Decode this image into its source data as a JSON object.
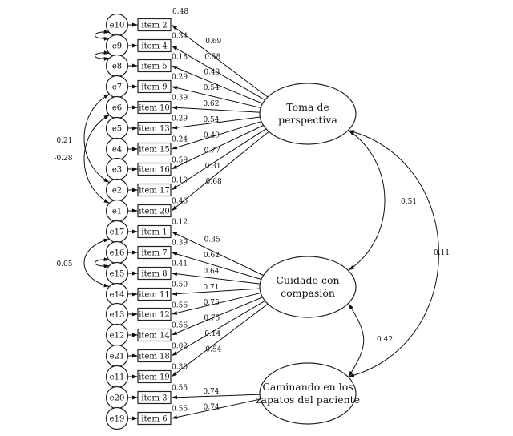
{
  "diagram": {
    "type": "structural-equation-model",
    "latents": [
      {
        "id": "toma",
        "lines": [
          "Toma de",
          "perspectiva"
        ]
      },
      {
        "id": "cuidado",
        "lines": [
          "Cuidado con",
          "compasión"
        ]
      },
      {
        "id": "caminando",
        "lines": [
          "Caminando en los",
          "zapatos del paciente"
        ]
      }
    ],
    "indicators": [
      {
        "error": "e10",
        "item": "item 2",
        "factor": "toma",
        "loading": "0.69",
        "r2": "0.48"
      },
      {
        "error": "e9",
        "item": "item 4",
        "factor": "toma",
        "loading": "0.58",
        "r2": "0.34"
      },
      {
        "error": "e8",
        "item": "item 5",
        "factor": "toma",
        "loading": "0.43",
        "r2": "0.18"
      },
      {
        "error": "e7",
        "item": "item 9",
        "factor": "toma",
        "loading": "0.54",
        "r2": "0.29"
      },
      {
        "error": "e6",
        "item": "item 10",
        "factor": "toma",
        "loading": "0.62",
        "r2": "0.39"
      },
      {
        "error": "e5",
        "item": "item 13",
        "factor": "toma",
        "loading": "0.54",
        "r2": "0.29"
      },
      {
        "error": "e4",
        "item": "item 15",
        "factor": "toma",
        "loading": "0.49",
        "r2": "0.24"
      },
      {
        "error": "e3",
        "item": "item 16",
        "factor": "toma",
        "loading": "0.77",
        "r2": "0.59"
      },
      {
        "error": "e2",
        "item": "item 17",
        "factor": "toma",
        "loading": "0.31",
        "r2": "0.10"
      },
      {
        "error": "e1",
        "item": "item 20",
        "factor": "toma",
        "loading": "0.68",
        "r2": "0.46"
      },
      {
        "error": "e17",
        "item": "item 1",
        "factor": "cuidado",
        "loading": "0.35",
        "r2": "0.12"
      },
      {
        "error": "e16",
        "item": "item 7",
        "factor": "cuidado",
        "loading": "0.62",
        "r2": "0.39"
      },
      {
        "error": "e15",
        "item": "item 8",
        "factor": "cuidado",
        "loading": "0.64",
        "r2": "0.41"
      },
      {
        "error": "e14",
        "item": "item 11",
        "factor": "cuidado",
        "loading": "0.71",
        "r2": "0.50"
      },
      {
        "error": "e13",
        "item": "item 12",
        "factor": "cuidado",
        "loading": "0.75",
        "r2": "0.56"
      },
      {
        "error": "e12",
        "item": "item 14",
        "factor": "cuidado",
        "loading": "0.75",
        "r2": "0.56"
      },
      {
        "error": "e21",
        "item": "item 18",
        "factor": "cuidado",
        "loading": "0.14",
        "r2": "0.02"
      },
      {
        "error": "e11",
        "item": "item 19",
        "factor": "cuidado",
        "loading": "0.54",
        "r2": "0.30"
      },
      {
        "error": "e20",
        "item": "item 3",
        "factor": "caminando",
        "loading": "0.74",
        "r2": "0.55"
      },
      {
        "error": "e19",
        "item": "item 6",
        "factor": "caminando",
        "loading": "0.74",
        "r2": "0.55"
      }
    ],
    "extra_r2_labels": [
      "0.12",
      "0.55",
      "0.55"
    ],
    "error_covariances": [
      {
        "from": "e10",
        "to": "e9",
        "label": ""
      },
      {
        "from": "e9",
        "to": "e8",
        "label": ""
      },
      {
        "from": "e7",
        "to": "e2",
        "label": "0.21"
      },
      {
        "from": "e6",
        "to": "e1",
        "label": "-0.28"
      },
      {
        "from": "e17",
        "to": "e14",
        "label": "-0.05"
      },
      {
        "from": "e16",
        "to": "e15",
        "label": ""
      }
    ],
    "factor_covariances": [
      {
        "from": "toma",
        "to": "cuidado",
        "label": "0.51"
      },
      {
        "from": "toma",
        "to": "caminando",
        "label": "0.11"
      },
      {
        "from": "cuidado",
        "to": "caminando",
        "label": "0.42"
      }
    ]
  }
}
